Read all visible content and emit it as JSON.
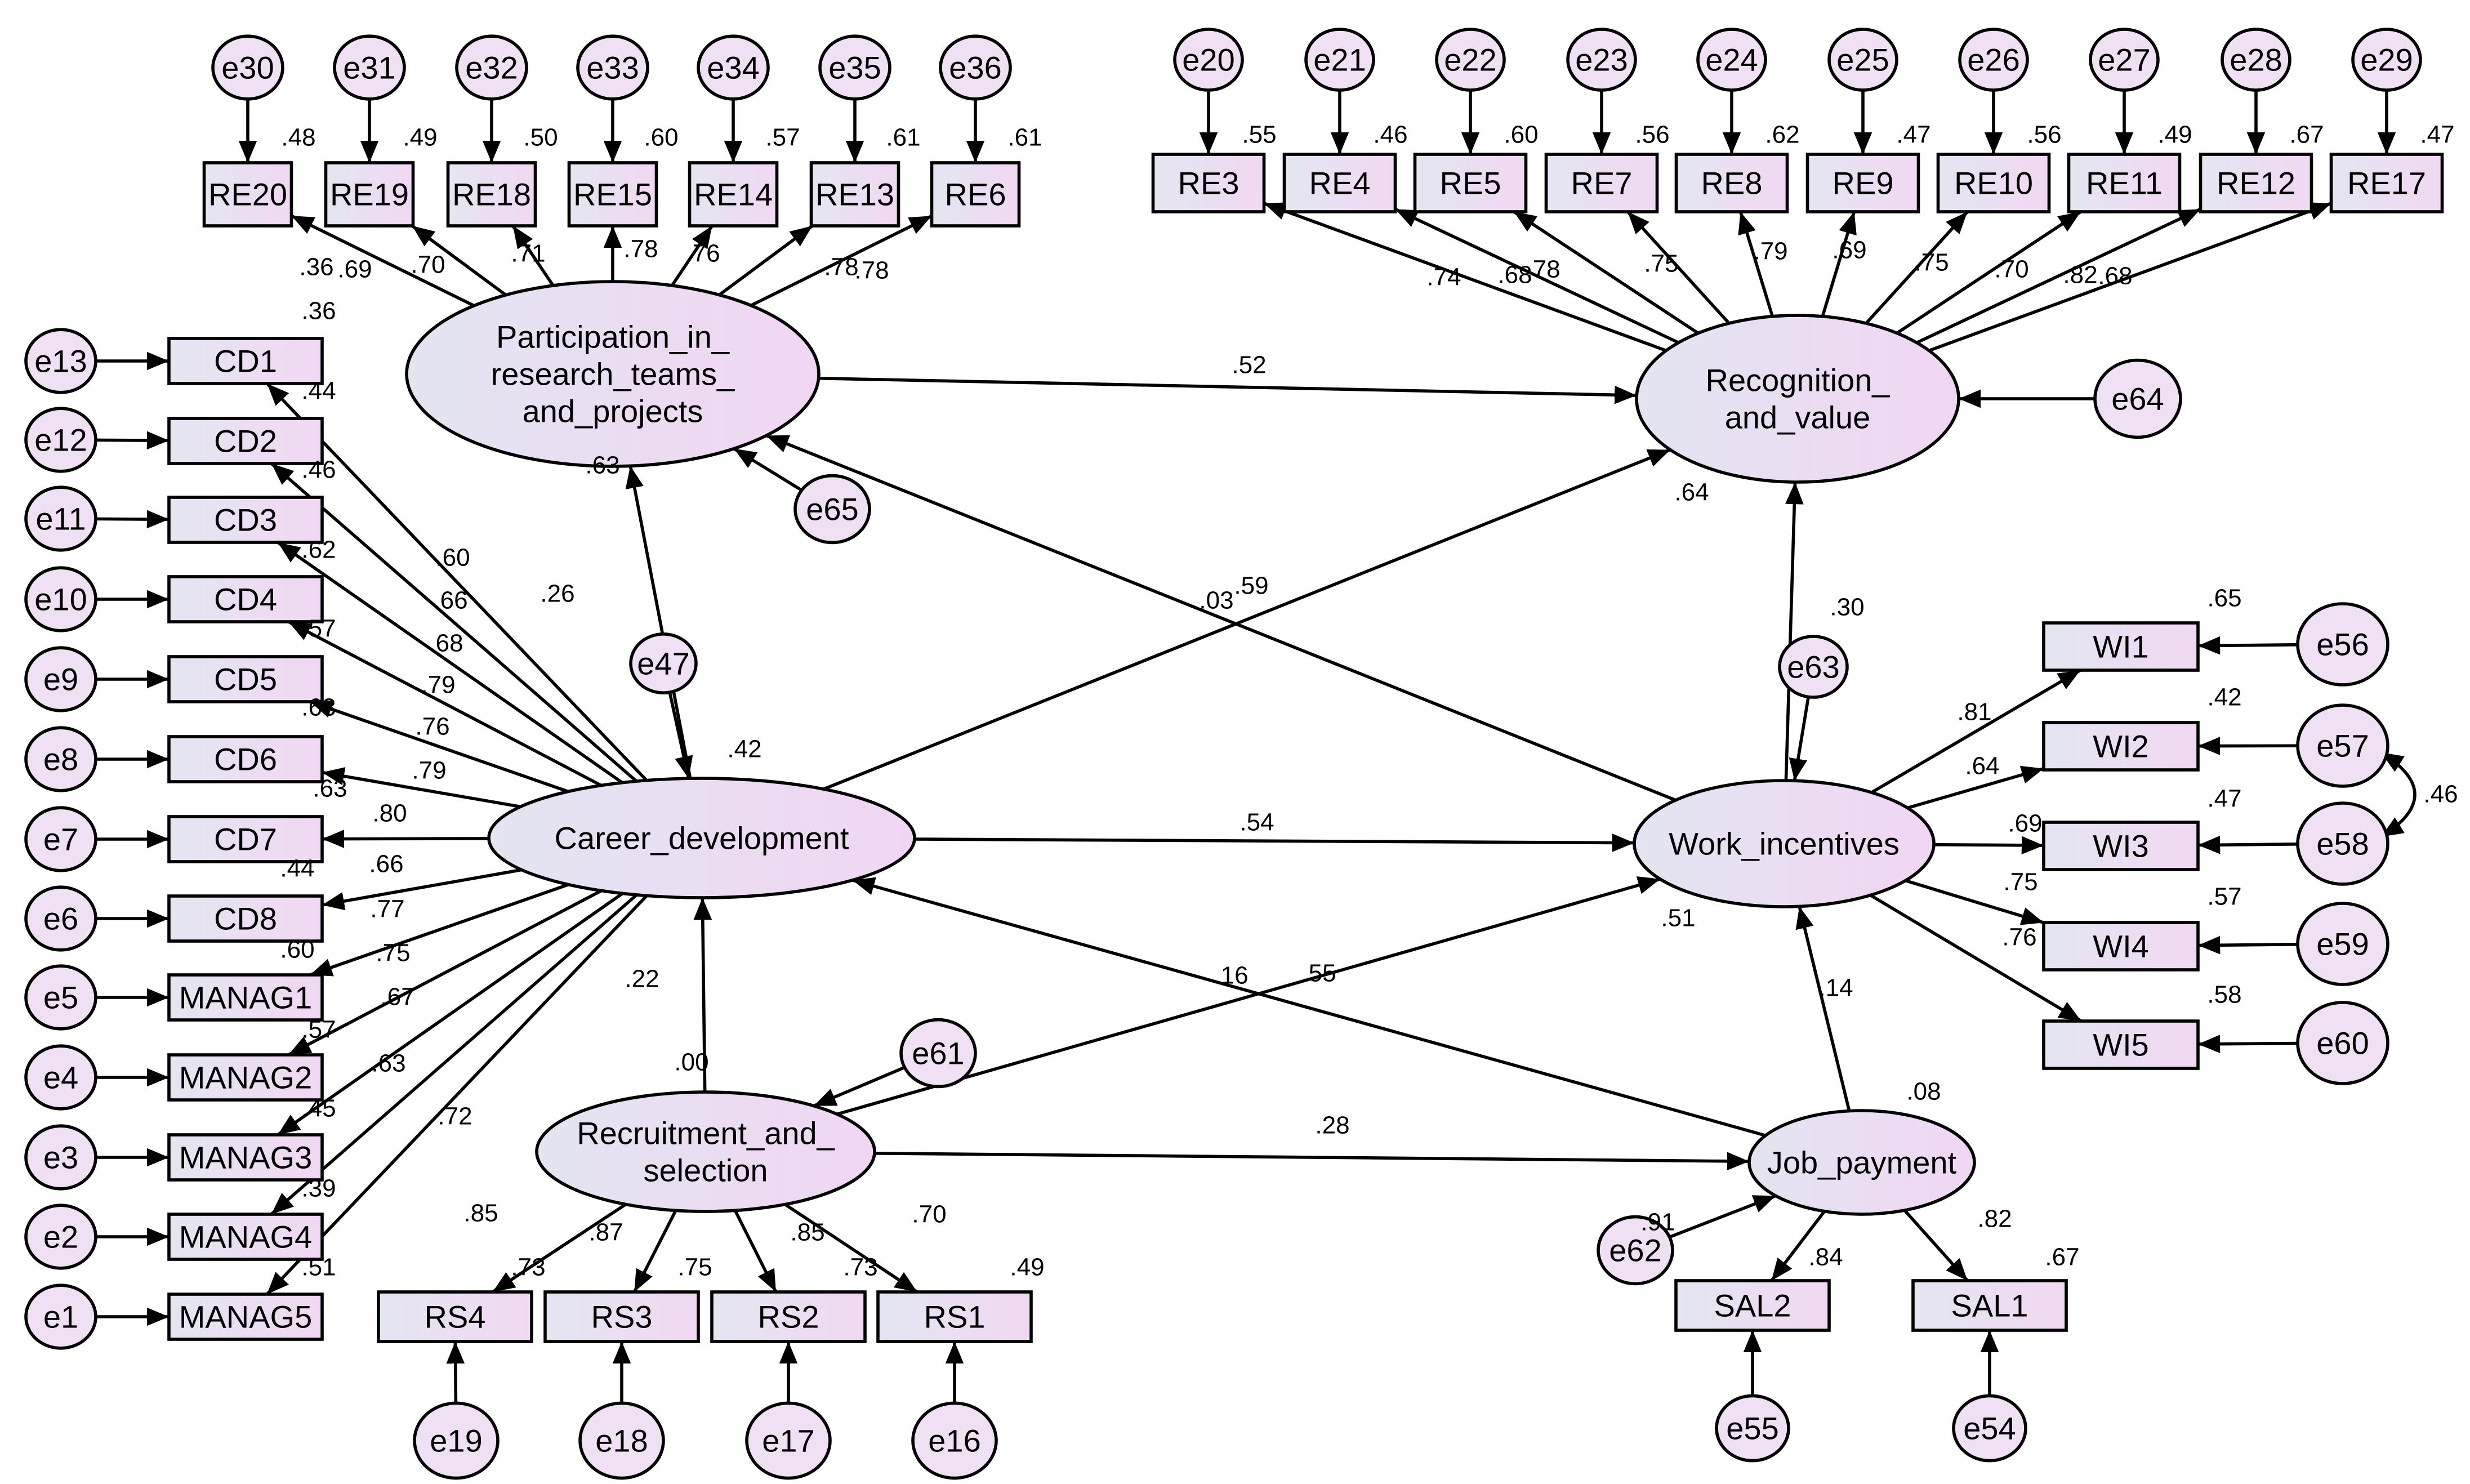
{
  "latents": [
    {
      "id": "PART",
      "lines": [
        "Participation_in_",
        "research_teams_",
        "and_projects"
      ],
      "r2": ".36"
    },
    {
      "id": "REC",
      "lines": [
        "Recognition_",
        "and_value"
      ],
      "r2": ".64"
    },
    {
      "id": "CD",
      "lines": [
        "Career_development"
      ],
      "r2": ".42"
    },
    {
      "id": "WI",
      "lines": [
        "Work_incentives"
      ],
      "r2": ".51"
    },
    {
      "id": "RS",
      "lines": [
        "Recruitment_and_",
        "selection"
      ],
      "r2": ".00"
    },
    {
      "id": "JP",
      "lines": [
        "Job_payment"
      ],
      "r2": ".08"
    }
  ],
  "indicators": [
    {
      "id": "RE20",
      "label": "RE20",
      "r2": ".48",
      "loading": ".69",
      "error": "e30"
    },
    {
      "id": "RE19",
      "label": "RE19",
      "r2": ".49",
      "loading": ".70",
      "error": "e31"
    },
    {
      "id": "RE18",
      "label": "RE18",
      "r2": ".50",
      "loading": ".71",
      "error": "e32"
    },
    {
      "id": "RE15",
      "label": "RE15",
      "r2": ".60",
      "loading": ".78",
      "error": "e33"
    },
    {
      "id": "RE14",
      "label": "RE14",
      "r2": ".57",
      "loading": ".76",
      "error": "e34"
    },
    {
      "id": "RE13",
      "label": "RE13",
      "r2": ".61",
      "loading": ".78",
      "error": "e35"
    },
    {
      "id": "RE6",
      "label": "RE6",
      "r2": ".61",
      "loading": ".78",
      "error": "e36"
    },
    {
      "id": "RE3",
      "label": "RE3",
      "r2": ".55",
      "loading": ".74",
      "error": "e20"
    },
    {
      "id": "RE4",
      "label": "RE4",
      "r2": ".46",
      "loading": ".68",
      "error": "e21"
    },
    {
      "id": "RE5",
      "label": "RE5",
      "r2": ".60",
      "loading": ".78",
      "error": "e22"
    },
    {
      "id": "RE7",
      "label": "RE7",
      "r2": ".56",
      "loading": ".75",
      "error": "e23"
    },
    {
      "id": "RE8",
      "label": "RE8",
      "r2": ".62",
      "loading": ".79",
      "error": "e24"
    },
    {
      "id": "RE9",
      "label": "RE9",
      "r2": ".47",
      "loading": ".69",
      "error": "e25"
    },
    {
      "id": "RE10",
      "label": "RE10",
      "r2": ".56",
      "loading": ".75",
      "error": "e26"
    },
    {
      "id": "RE11",
      "label": "RE11",
      "r2": ".49",
      "loading": ".70",
      "error": "e27"
    },
    {
      "id": "RE12",
      "label": "RE12",
      "r2": ".67",
      "loading": ".82",
      "error": "e28"
    },
    {
      "id": "RE17",
      "label": "RE17",
      "r2": ".47",
      "loading": ".68",
      "error": "e29"
    },
    {
      "id": "CD1",
      "label": "CD1",
      "r2": ".36",
      "loading": ".60",
      "error": "e13"
    },
    {
      "id": "CD2",
      "label": "CD2",
      "r2": ".44",
      "loading": ".66",
      "error": "e12"
    },
    {
      "id": "CD3",
      "label": "CD3",
      "r2": ".46",
      "loading": ".68",
      "error": "e11"
    },
    {
      "id": "CD4",
      "label": "CD4",
      "r2": ".62",
      "loading": ".79",
      "error": "e10"
    },
    {
      "id": "CD5",
      "label": "CD5",
      "r2": ".57",
      "loading": ".76",
      "error": "e9"
    },
    {
      "id": "CD6",
      "label": "CD6",
      "r2": ".63",
      "loading": ".79",
      "error": "e8"
    },
    {
      "id": "CD7",
      "label": "CD7",
      "r2": ".63",
      "loading": ".80",
      "error": "e7"
    },
    {
      "id": "CD8",
      "label": "CD8",
      "r2": ".44",
      "loading": ".66",
      "error": "e6"
    },
    {
      "id": "MANAG1",
      "label": "MANAG1",
      "r2": ".60",
      "loading": ".77",
      "error": "e5"
    },
    {
      "id": "MANAG2",
      "label": "MANAG2",
      "r2": ".57",
      "loading": ".75",
      "error": "e4"
    },
    {
      "id": "MANAG3",
      "label": "MANAG3",
      "r2": ".45",
      "loading": ".67",
      "error": "e3"
    },
    {
      "id": "MANAG4",
      "label": "MANAG4",
      "r2": ".39",
      "loading": ".63",
      "error": "e2"
    },
    {
      "id": "MANAG5",
      "label": "MANAG5",
      "r2": ".51",
      "loading": ".72",
      "error": "e1"
    },
    {
      "id": "WI1",
      "label": "WI1",
      "r2": ".65",
      "loading": ".81",
      "error": "e56"
    },
    {
      "id": "WI2",
      "label": "WI2",
      "r2": ".42",
      "loading": ".64",
      "error": "e57"
    },
    {
      "id": "WI3",
      "label": "WI3",
      "r2": ".47",
      "loading": ".69",
      "error": "e58"
    },
    {
      "id": "WI4",
      "label": "WI4",
      "r2": ".57",
      "loading": ".75",
      "error": "e59"
    },
    {
      "id": "WI5",
      "label": "WI5",
      "r2": ".58",
      "loading": ".76",
      "error": "e60"
    },
    {
      "id": "RS4",
      "label": "RS4",
      "r2": ".73",
      "loading": ".85",
      "error": "e19"
    },
    {
      "id": "RS3",
      "label": "RS3",
      "r2": ".75",
      "loading": ".87",
      "error": "e18"
    },
    {
      "id": "RS2",
      "label": "RS2",
      "r2": ".73",
      "loading": ".85",
      "error": "e17"
    },
    {
      "id": "RS1",
      "label": "RS1",
      "r2": ".49",
      "loading": ".70",
      "error": "e16"
    },
    {
      "id": "SAL2",
      "label": "SAL2",
      "r2": ".84",
      "loading": ".91",
      "error": "e55"
    },
    {
      "id": "SAL1",
      "label": "SAL1",
      "r2": ".67",
      "loading": ".82",
      "error": "e54"
    }
  ],
  "disturbances": [
    {
      "id": "e65",
      "label": "e65",
      "target": "PART"
    },
    {
      "id": "e64",
      "label": "e64",
      "target": "REC"
    },
    {
      "id": "e47",
      "label": "e47",
      "target": "CD"
    },
    {
      "id": "e63",
      "label": "e63",
      "target": "WI"
    },
    {
      "id": "e61",
      "label": "e61",
      "target": "RS"
    },
    {
      "id": "e62",
      "label": "e62",
      "target": "JP"
    }
  ],
  "structural_paths": [
    {
      "from": "CD",
      "to": "PART",
      "coef": ".26"
    },
    {
      "from": "PART",
      "to": "REC",
      "coef": ".52"
    },
    {
      "from": "WI",
      "to": "PART",
      "coef": ".03"
    },
    {
      "from": "CD",
      "to": "REC",
      "coef": ".59"
    },
    {
      "from": "WI",
      "to": "REC",
      "coef": ".30"
    },
    {
      "from": "CD",
      "to": "WI",
      "coef": ".54"
    },
    {
      "from": "RS",
      "to": "CD",
      "coef": ".22"
    },
    {
      "from": "RS",
      "to": "WI",
      "coef": ".55"
    },
    {
      "from": "RS",
      "to": "JP",
      "coef": ".28"
    },
    {
      "from": "JP",
      "to": "CD",
      "coef": ".16"
    },
    {
      "from": "JP",
      "to": "WI",
      "coef": ".14"
    }
  ],
  "correlations": [
    {
      "between": [
        "e57",
        "e58"
      ],
      "coef": ".46"
    }
  ],
  "other_labels": [
    ".63"
  ]
}
